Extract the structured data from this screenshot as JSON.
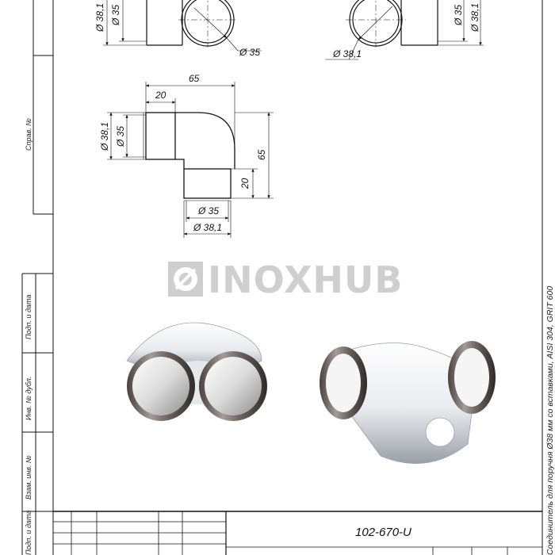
{
  "watermark": "INOXHUB",
  "part_number": "102-670-U",
  "title_vertical": "Соединитель для поручня Ø38 мм со вставками, AISI 304, GRIT 600",
  "side_labels": {
    "sprav": "Справ. №",
    "podp_data_1": "Подп. и дата",
    "inv_dubl": "Инв. № дубл.",
    "vzam_inv": "Взам. инв. №",
    "podp_data_2": "Подп. и дата"
  },
  "dimensions": {
    "top_left_d381": "Ø 38,1",
    "top_left_d35": "Ø 35",
    "top_left_bottom_d35": "Ø 35",
    "top_right_d35": "Ø 35",
    "top_right_d381": "Ø 38,1",
    "top_right_bottom_d381": "Ø 38,1",
    "width_65": "65",
    "socket_20_top": "20",
    "left_d381": "Ø 38,1",
    "left_d35": "Ø 35",
    "height_65": "65",
    "socket_20_right": "20",
    "bottom_d35": "Ø 35",
    "bottom_d381": "Ø 38,1"
  },
  "colors": {
    "line": "#111111",
    "watermark": "#cfcfcf",
    "metal_dark": "#5b5350",
    "metal_light": "#f2f2f4"
  }
}
